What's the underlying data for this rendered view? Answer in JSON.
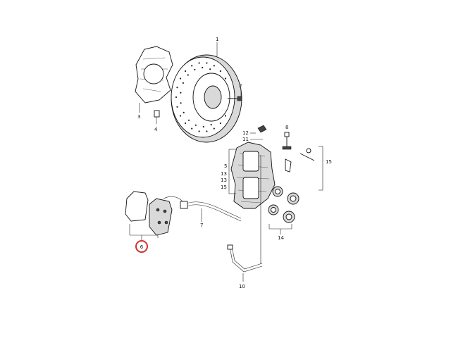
{
  "callouts": {
    "c1": "1",
    "c2": "2",
    "c3": "3",
    "c4": "4",
    "c5": "5",
    "c6": "6",
    "c7": "7",
    "c8": "8",
    "c10": "10",
    "c11": "11",
    "c12": "12",
    "c13a": "13",
    "c13b": "13",
    "c14": "14",
    "c15a": "15",
    "c15b": "15"
  },
  "highlight": {
    "target": "6",
    "color": "#d32f2f"
  },
  "colors": {
    "line": "#222222",
    "shade": "#d9d9d9"
  }
}
